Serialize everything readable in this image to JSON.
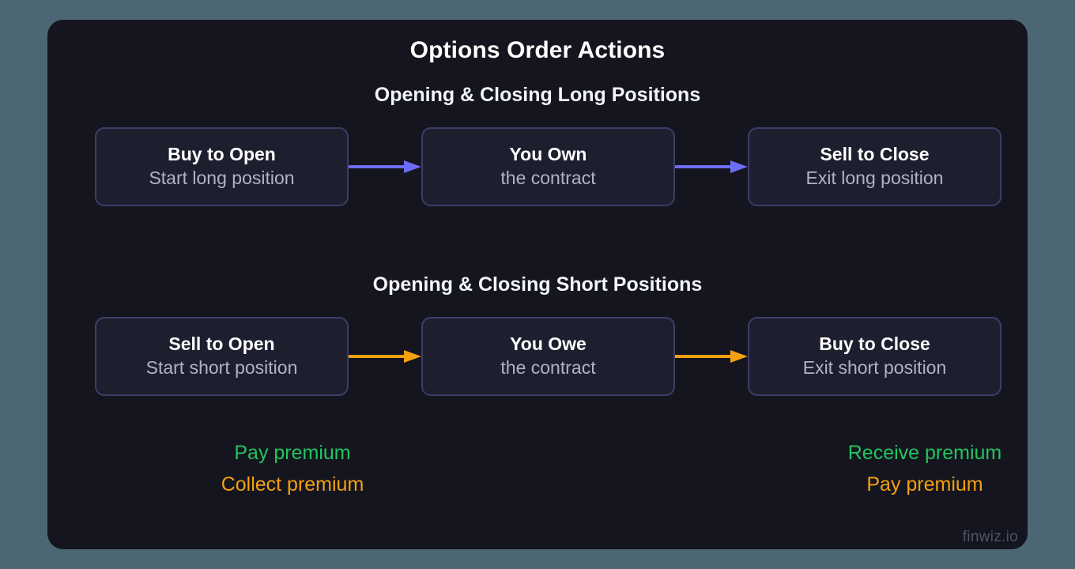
{
  "title": "Options Order Actions",
  "watermark": "finwiz.io",
  "colors": {
    "background": "#4c6674",
    "panel": "#14151f",
    "node_fill": "#1e1f2e",
    "node_border": "#3d3d68",
    "arrow_long": "#6c6cf5",
    "arrow_short": "#f5a00f",
    "green": "#22c55e",
    "orange": "#f5a00f"
  },
  "sections": [
    {
      "heading": "Opening & Closing Long Positions",
      "arrow_color": "#6c6cf5",
      "nodes": [
        {
          "title": "Buy to Open",
          "subtitle": "Start long position"
        },
        {
          "title": "You Own",
          "subtitle": "the contract"
        },
        {
          "title": "Sell to Close",
          "subtitle": "Exit long position"
        }
      ]
    },
    {
      "heading": "Opening & Closing Short Positions",
      "arrow_color": "#f5a00f",
      "nodes": [
        {
          "title": "Sell to Open",
          "subtitle": "Start short position"
        },
        {
          "title": "You Owe",
          "subtitle": "the contract"
        },
        {
          "title": "Buy to Close",
          "subtitle": "Exit short position"
        }
      ]
    }
  ],
  "legend": {
    "left": {
      "green": "Pay premium",
      "orange": "Collect premium"
    },
    "right": {
      "green": "Receive premium",
      "orange": "Pay premium"
    }
  }
}
